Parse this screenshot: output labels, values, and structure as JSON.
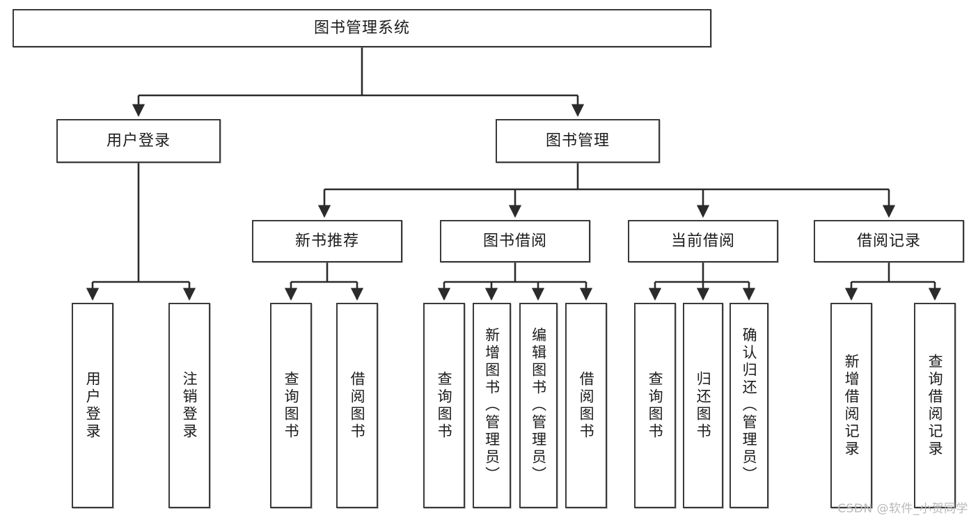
{
  "diagram": {
    "type": "tree-hierarchy-chart",
    "title_node": {
      "id": "root",
      "label": "图书管理系统"
    },
    "level2": [
      {
        "id": "user-login",
        "label": "用户登录"
      },
      {
        "id": "book-management",
        "label": "图书管理"
      }
    ],
    "level3": [
      {
        "id": "new-book-recommend",
        "label": "新书推荐"
      },
      {
        "id": "book-borrow",
        "label": "图书借阅"
      },
      {
        "id": "current-borrow",
        "label": "当前借阅"
      },
      {
        "id": "borrow-record",
        "label": "借阅记录"
      }
    ],
    "leaves": [
      {
        "id": "leaf-user-login",
        "label": "用户登录",
        "parent": "用户登录"
      },
      {
        "id": "leaf-logout-login",
        "label": "注销登录",
        "parent": "用户登录"
      },
      {
        "id": "leaf-query-book-1",
        "label": "查询图书",
        "parent": "新书推荐"
      },
      {
        "id": "leaf-borrow-book-1",
        "label": "借阅图书",
        "parent": "新书推荐"
      },
      {
        "id": "leaf-query-book-2",
        "label": "查询图书",
        "parent": "图书借阅"
      },
      {
        "id": "leaf-add-book",
        "label": "新增图书（管理员）",
        "parent": "图书借阅"
      },
      {
        "id": "leaf-edit-book",
        "label": "编辑图书（管理员）",
        "parent": "图书借阅"
      },
      {
        "id": "leaf-borrow-book-2",
        "label": "借阅图书",
        "parent": "图书借阅"
      },
      {
        "id": "leaf-query-book-3",
        "label": "查询图书",
        "parent": "当前借阅"
      },
      {
        "id": "leaf-return-book",
        "label": "归还图书",
        "parent": "当前借阅"
      },
      {
        "id": "leaf-confirm-return",
        "label": "确认归还（管理员）",
        "parent": "当前借阅"
      },
      {
        "id": "leaf-add-record",
        "label": "新增借阅记录",
        "parent": "借阅记录"
      },
      {
        "id": "leaf-query-record",
        "label": "查询借阅记录",
        "parent": "借阅记录"
      }
    ],
    "colors": {
      "box_border": "#3a3a3a",
      "box_fill": "#ffffff",
      "connector": "#2b2b2b",
      "text": "#1b1b1b",
      "watermark": "#b9b9b9"
    }
  },
  "watermark": {
    "text": "CSDN @软件_小贺同学"
  }
}
